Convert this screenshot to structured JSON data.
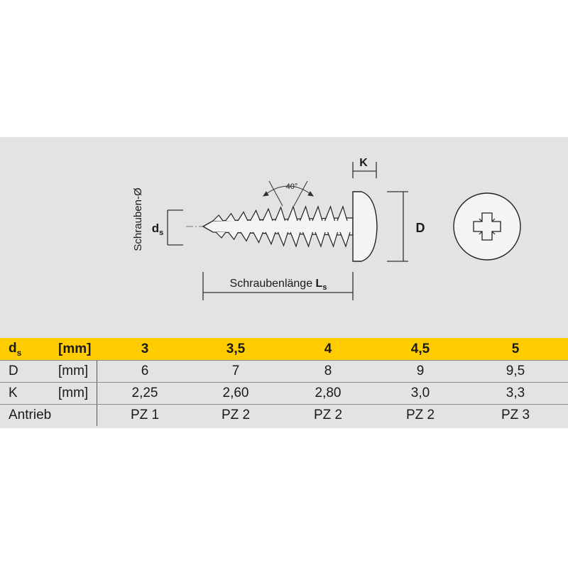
{
  "diagram": {
    "k_label": "K",
    "angle_label": "40°",
    "d_label": "D",
    "ds_label": "d",
    "ds_sub": "s",
    "diameter_label": "Schrauben-Ø",
    "length_label": "Schraubenlänge ",
    "length_symbol": "L",
    "length_sub": "s"
  },
  "table": {
    "header": {
      "name": "d",
      "sub": "s",
      "unit": "[mm]",
      "values": [
        "3",
        "3,5",
        "4",
        "4,5",
        "5"
      ]
    },
    "rows": [
      {
        "name": "D",
        "unit": "[mm]",
        "values": [
          "6",
          "7",
          "8",
          "9",
          "9,5"
        ]
      },
      {
        "name": "K",
        "unit": "[mm]",
        "values": [
          "2,25",
          "2,60",
          "2,80",
          "3,0",
          "3,3"
        ]
      },
      {
        "name": "Antrieb",
        "unit": "",
        "values": [
          "PZ 1",
          "PZ 2",
          "PZ 2",
          "PZ 2",
          "PZ 3"
        ]
      }
    ]
  },
  "colors": {
    "header_bg": "#ffcc00",
    "panel_bg": "#e3e3e3"
  }
}
